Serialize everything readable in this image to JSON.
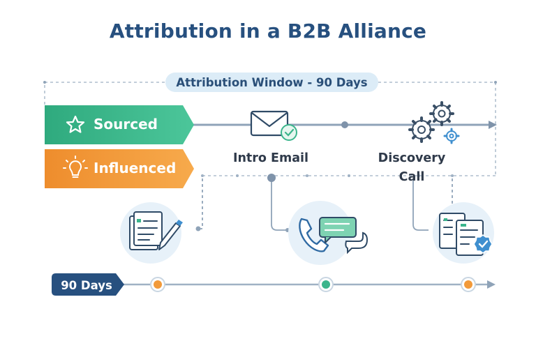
{
  "title": "Attribution in a B2B Alliance",
  "attribution_window": "Attribution Window - 90 Days",
  "banners": {
    "sourced": "Sourced",
    "influenced": "Influenced"
  },
  "steps": {
    "intro_email": "Intro Email",
    "discovery_call_line1": "Discovery",
    "discovery_call_line2": "Call"
  },
  "timeline_label": "90 Days",
  "colors": {
    "title": "#27507f",
    "sourced": "#3bb58c",
    "influenced": "#f29a3a",
    "timeline_badge": "#27507f",
    "window_pill": "#dcecf7",
    "connector": "#8fa3b8"
  },
  "icons": [
    "star-icon",
    "lightbulb-icon",
    "envelope-icon",
    "gears-icon",
    "document-pen-icon",
    "phone-chat-icon",
    "documents-check-icon",
    "arrow-icon"
  ]
}
